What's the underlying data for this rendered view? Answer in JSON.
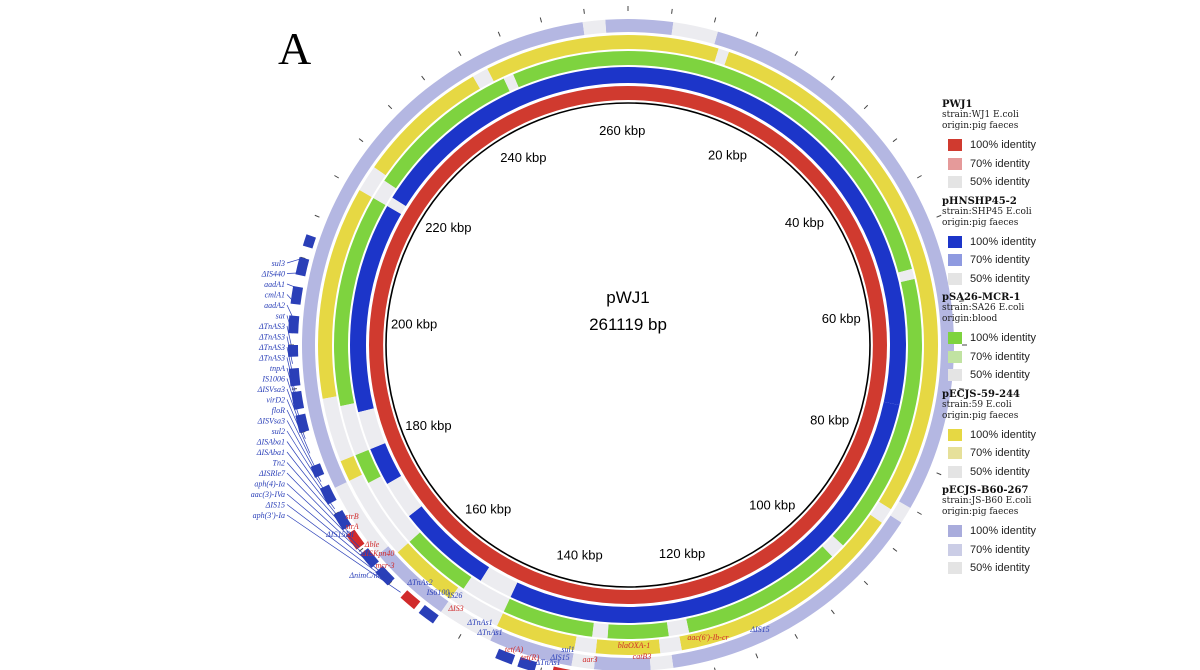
{
  "figure": {
    "panel_label": "A",
    "center_title": "pWJ1",
    "center_size": "261119 bp"
  },
  "scale_labels": [
    "20 kbp",
    "40 kbp",
    "60 kbp",
    "80 kbp",
    "100 kbp",
    "120 kbp",
    "140 kbp",
    "160 kbp",
    "180 kbp",
    "200 kbp",
    "220 kbp",
    "240 kbp",
    "260 kbp"
  ],
  "legend": [
    {
      "name": "PWJ1",
      "strain": "strain:WJ1 E.coli",
      "origin": "origin:pig faeces",
      "entries": [
        {
          "label": "100% identity",
          "color": "#d03a2f"
        },
        {
          "label": "70% identity",
          "color": "#e59a9a"
        },
        {
          "label": "50% identity",
          "color": "#e4e4e4"
        }
      ]
    },
    {
      "name": "pHNSHP45-2",
      "strain": "strain:SHP45 E.coli",
      "origin": "origin:pig faeces",
      "entries": [
        {
          "label": "100% identity",
          "color": "#1c35c9"
        },
        {
          "label": "70% identity",
          "color": "#8f9ae0"
        },
        {
          "label": "50% identity",
          "color": "#e4e4e4"
        }
      ]
    },
    {
      "name": "pSA26-MCR-1",
      "strain": "strain:SA26 E.coli",
      "origin": "origin:blood",
      "entries": [
        {
          "label": "100% identity",
          "color": "#7ed33f"
        },
        {
          "label": "70% identity",
          "color": "#c1e3a2"
        },
        {
          "label": "50% identity",
          "color": "#e4e4e4"
        }
      ]
    },
    {
      "name": "pECJS-59-244",
      "strain": "strain:59 E.coli",
      "origin": "origin:pig faeces",
      "entries": [
        {
          "label": "100% identity",
          "color": "#e6d843"
        },
        {
          "label": "70% identity",
          "color": "#e6e09a"
        },
        {
          "label": "50% identity",
          "color": "#e4e4e4"
        }
      ]
    },
    {
      "name": "pECJS-B60-267",
      "strain": "strain:JS-B60 E.coli",
      "origin": "origin:pig faeces",
      "entries": [
        {
          "label": "100% identity",
          "color": "#a9acdc"
        },
        {
          "label": "70% identity",
          "color": "#cbcde6"
        },
        {
          "label": "50% identity",
          "color": "#e4e4e4"
        }
      ]
    }
  ],
  "gene_labels_blue": [
    "sul3",
    "ΔIS440",
    "aadA1",
    "cmlA1",
    "aadA2",
    "sat",
    "ΔTnAS3",
    "ΔTnAS3",
    "ΔTnAS3",
    "ΔTnAS3",
    "tnpA",
    "IS1006",
    "ΔISVsa3",
    "virD2",
    "floR",
    "ΔISVsa3",
    "sul2",
    "ΔISAba1",
    "ΔISAba1",
    "Tn2",
    "ΔISRle7",
    "aph(4)-Ia",
    "aac(3)-IVa",
    "ΔIS15",
    "aph(3')-Ia",
    "ΔIS15DI",
    "ΔnimC/nimA",
    "ΔTnAs2",
    "IS6100",
    "IS26",
    "ΔTnAs1",
    "ΔTnAs1",
    "ΔTnAs1",
    "ΔIS15",
    "sul1",
    "ΔIS15"
  ],
  "gene_labels_red": [
    "strB",
    "strA",
    "Δble",
    "ΔISKpn40",
    "mcr-3",
    "ΔIS3",
    "tet(A)",
    "tet(R)",
    "aar3",
    "blaOXA-1",
    "catB3",
    "aac(6')-Ib-cr"
  ],
  "colors": {
    "ring_red": "#d03a2f",
    "ring_blue": "#1c35c9",
    "ring_green": "#7ed33f",
    "ring_yellow": "#e6d843",
    "ring_lavender": "#b4b7e2",
    "gene_blue": "#2a3fb8",
    "gene_red": "#d12b2b"
  }
}
